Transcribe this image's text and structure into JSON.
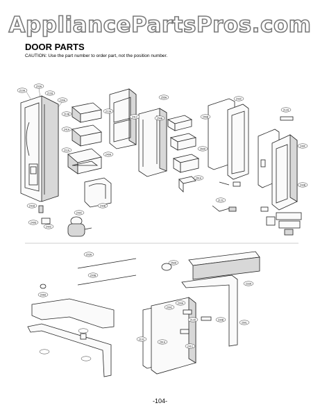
{
  "header": {
    "watermark": "AppliancePartsPros.com",
    "section_title": "DOOR PARTS",
    "caution": "CAUTION: Use the part number to order part, not the position number."
  },
  "diagram": {
    "callouts": [
      "210A",
      "203A",
      "211B",
      "230A",
      "210B",
      "241A",
      "211A",
      "240A",
      "240B",
      "241B",
      "249D",
      "240C",
      "249C",
      "213A",
      "241C",
      "255A",
      "256B",
      "255B",
      "260A",
      "261A",
      "243C",
      "212A",
      "249F",
      "243B",
      "212C",
      "203A",
      "200B",
      "250A",
      "233A",
      "206A",
      "209C",
      "200A",
      "212D",
      "230B",
      "250L",
      "210C",
      "261A",
      "241C"
    ],
    "icons": [
      "fridge-door-left-icon",
      "door-bin-icon",
      "door-bin-icon",
      "door-bin-icon",
      "dispenser-cover-icon",
      "door-frame-icon",
      "door-bin-icon",
      "door-bin-icon",
      "door-bin-icon",
      "gasket-icon",
      "door-panel-right-icon",
      "hinge-icon",
      "drawer-front-icon",
      "drawer-rail-icon"
    ]
  },
  "footer": {
    "page_number": "-104-"
  }
}
